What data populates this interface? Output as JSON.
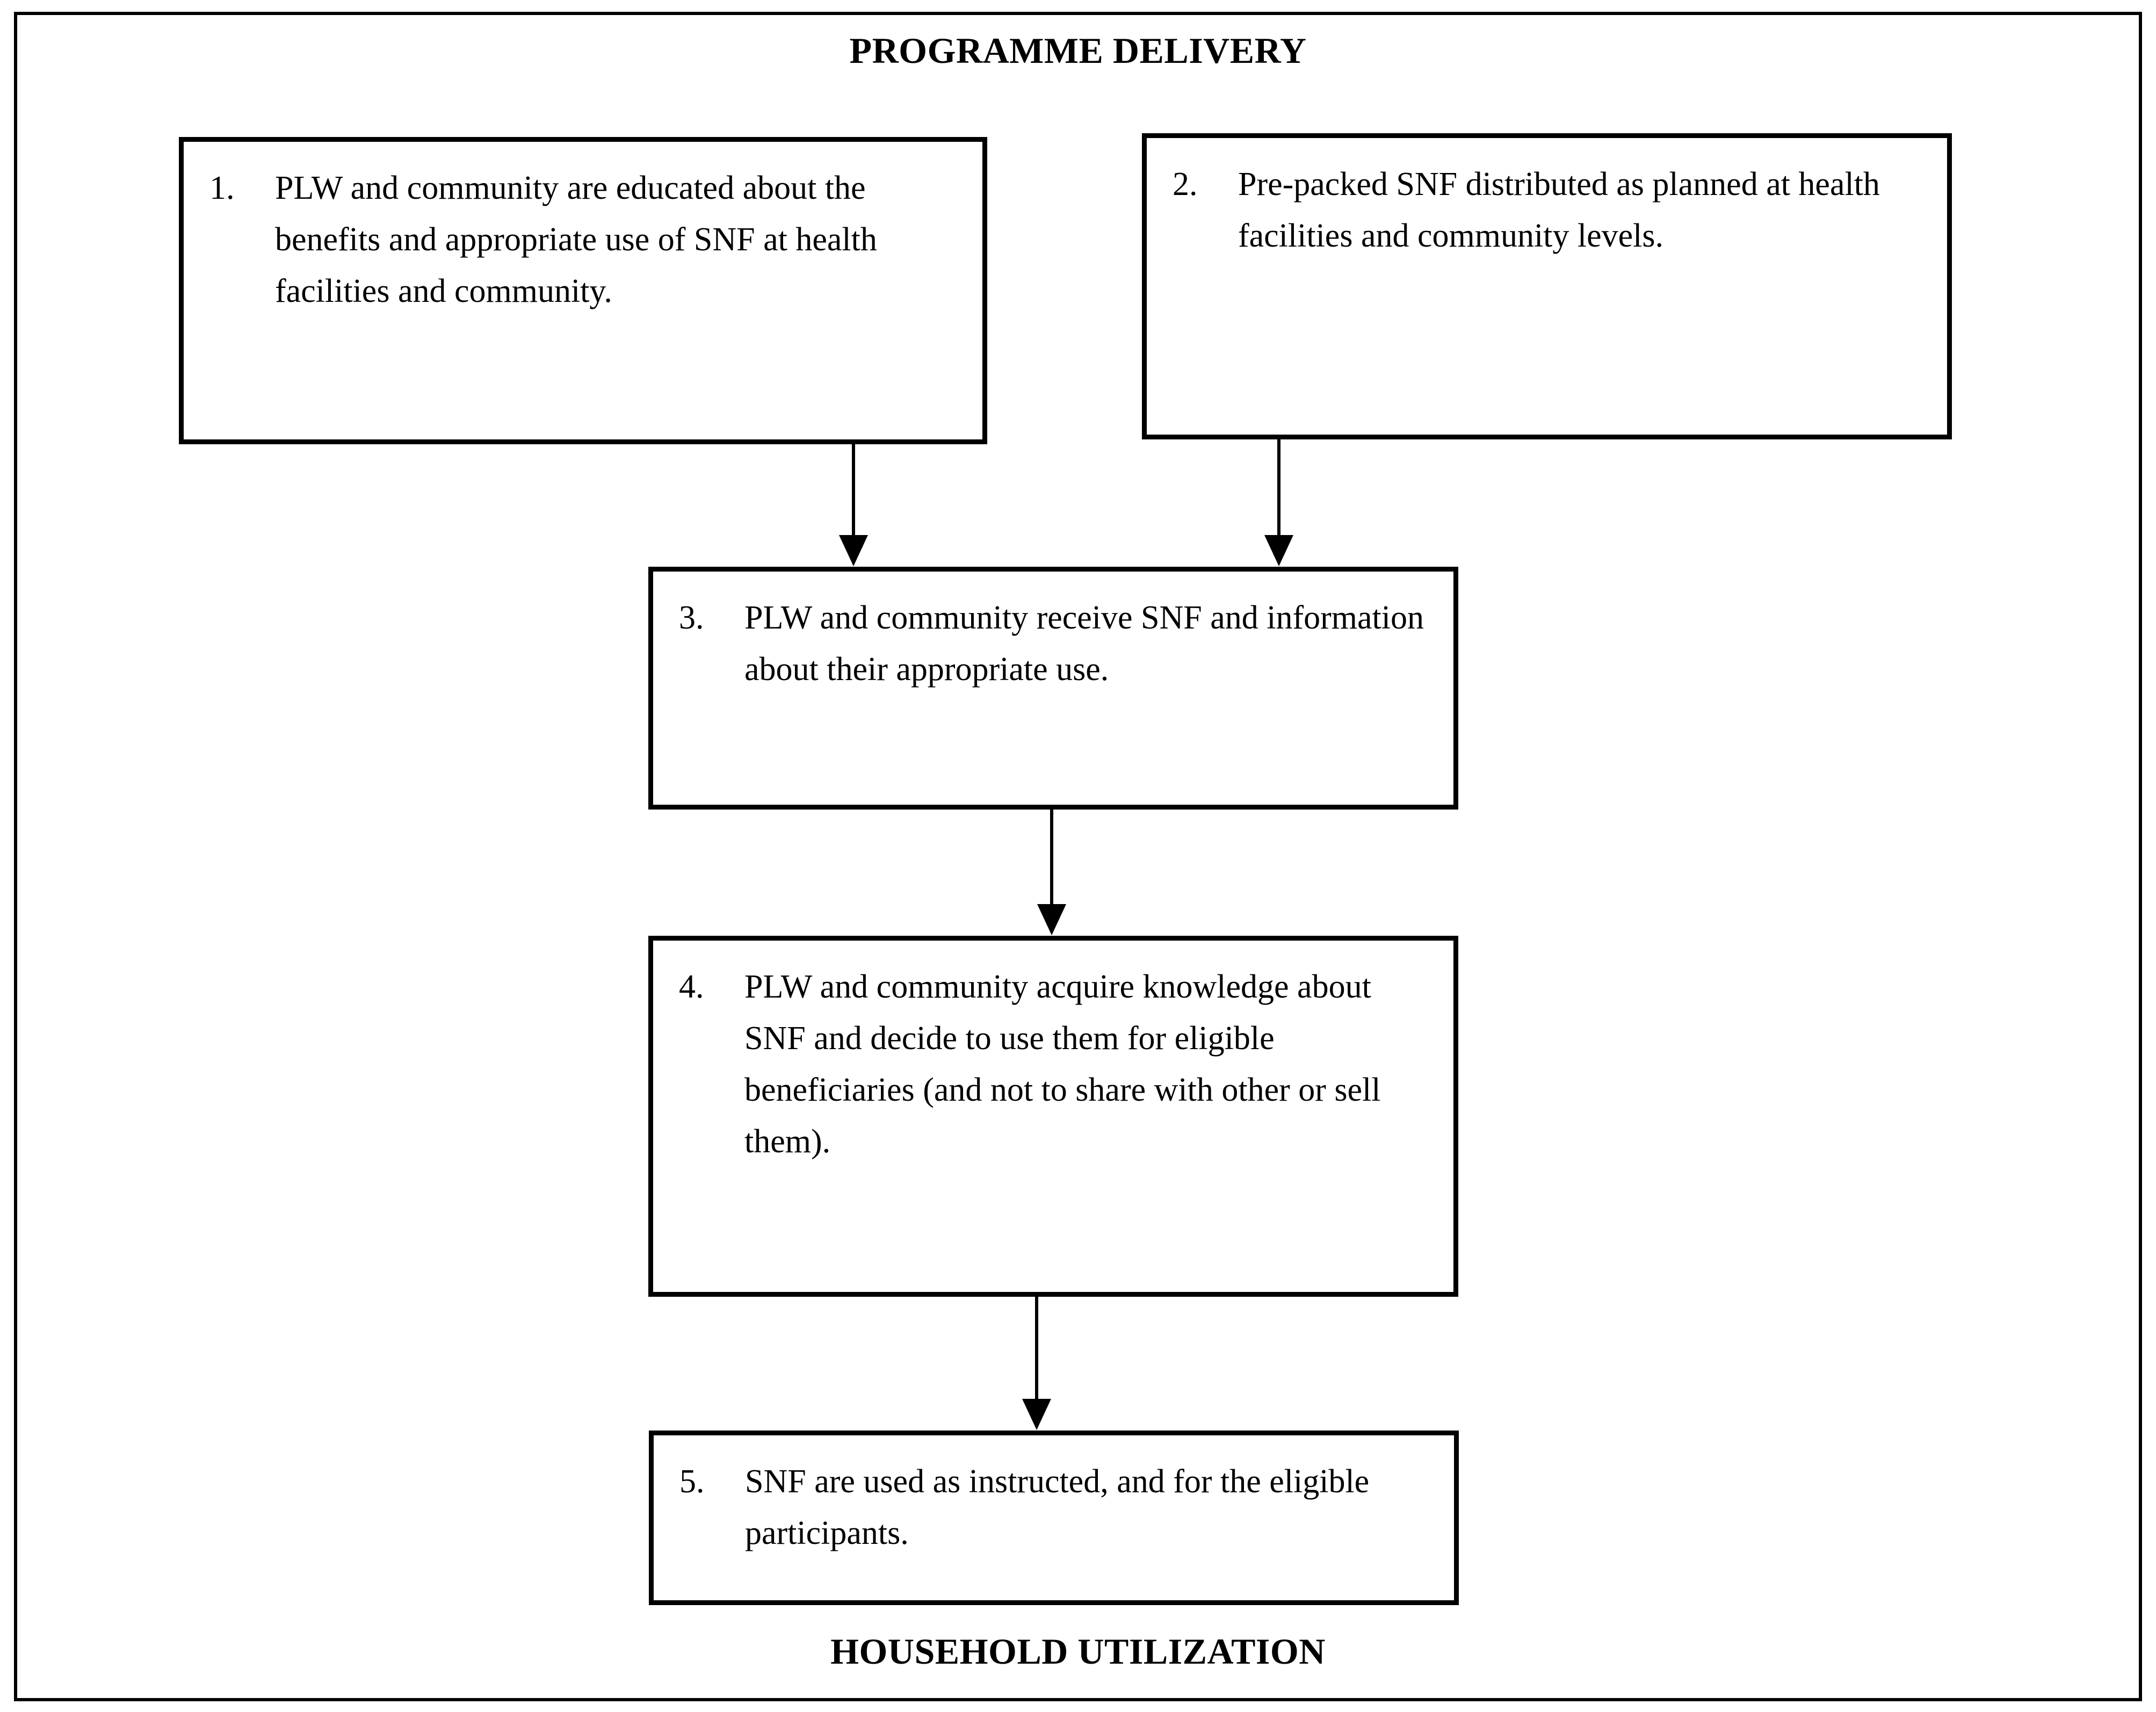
{
  "diagram": {
    "top_caption": "PROGRAMME DELIVERY",
    "bottom_caption": "HOUSEHOLD UTILIZATION",
    "boxes": [
      {
        "number": "1.",
        "text": "PLW and community are educated about the benefits and appropriate use of SNF at health facilities and community."
      },
      {
        "number": "2.",
        "text": "Pre-packed SNF distributed as planned at health facilities and community levels."
      },
      {
        "number": "3.",
        "text": "PLW and community receive SNF and information about their appropriate use."
      },
      {
        "number": "4.",
        "text": "PLW and community acquire knowledge about SNF and decide to use them for eligible beneficiaries (and not to share with other or sell them)."
      },
      {
        "number": "5.",
        "text": "SNF are used as instructed, and for the eligible participants."
      }
    ],
    "connections": [
      {
        "from": "1",
        "to": "3"
      },
      {
        "from": "2",
        "to": "3"
      },
      {
        "from": "3",
        "to": "4"
      },
      {
        "from": "4",
        "to": "5"
      }
    ],
    "colors": {
      "stroke": "#000000",
      "background": "#ffffff",
      "text": "#000000"
    }
  }
}
